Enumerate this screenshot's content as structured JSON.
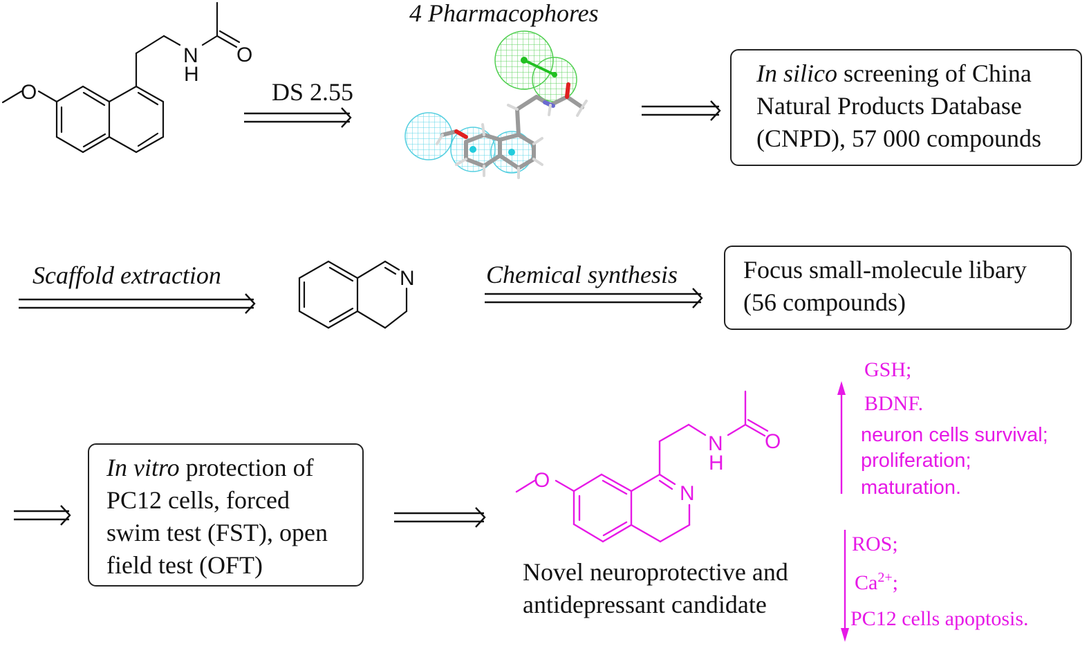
{
  "colors": {
    "ink": "#111111",
    "accent_magenta": "#e619e6",
    "pharmacophore_green": "#33cc33",
    "pharmacophore_cyan": "#33ccdd",
    "oxygen_red": "#e02020",
    "nitrogen_blue": "#6a6ad0"
  },
  "row1": {
    "start_molecule": {
      "name": "agomelatine",
      "atoms": {
        "o_methoxy": "O",
        "n": "N",
        "h": "H",
        "o_carbonyl": "O"
      }
    },
    "arrow1_label": "DS 2.55",
    "pharmacophore": {
      "title": "4 Pharmacophores",
      "features": [
        "hydrogen-bond-acceptor-green",
        "hydrogen-bond-acceptor-green",
        "hydrophobic-cyan",
        "hydrophobic-cyan",
        "hydrophobic-cyan"
      ]
    },
    "screening_box": {
      "italic": "In silico",
      "line1_rest": " screening of China",
      "line2": "Natural Products Database",
      "line3": "(CNPD), 57 000 compounds"
    }
  },
  "row2": {
    "arrow_scaffold_label": "Scaffold extraction",
    "scaffold": {
      "name": "3,4-dihydroisoquinoline",
      "atom_n": "N"
    },
    "arrow_synthesis_label": "Chemical synthesis",
    "library_box": {
      "line1": "Focus small-molecule libary",
      "line2": "(56 compounds)"
    }
  },
  "row3": {
    "testing_box": {
      "italic": "In vitro",
      "line1_rest": " protection of",
      "line2": "PC12 cells, forced",
      "line3": "swim test (FST), open",
      "line4": "field test (OFT)"
    },
    "candidate": {
      "atoms": {
        "o_methoxy": "O",
        "n_ring": "N",
        "n_amide": "N",
        "h": "H",
        "o_carbonyl": "O"
      },
      "caption_line1": "Novel neuroprotective and",
      "caption_line2": "antidepressant candidate"
    },
    "effects_up": {
      "direction": "increase",
      "items": [
        "GSH;",
        "BDNF.",
        "neuron cells survival;",
        "proliferation;",
        "maturation."
      ]
    },
    "effects_down": {
      "direction": "decrease",
      "items": [
        "ROS;",
        "Ca",
        "2+",
        ";",
        "PC12 cells apoptosis."
      ]
    }
  }
}
